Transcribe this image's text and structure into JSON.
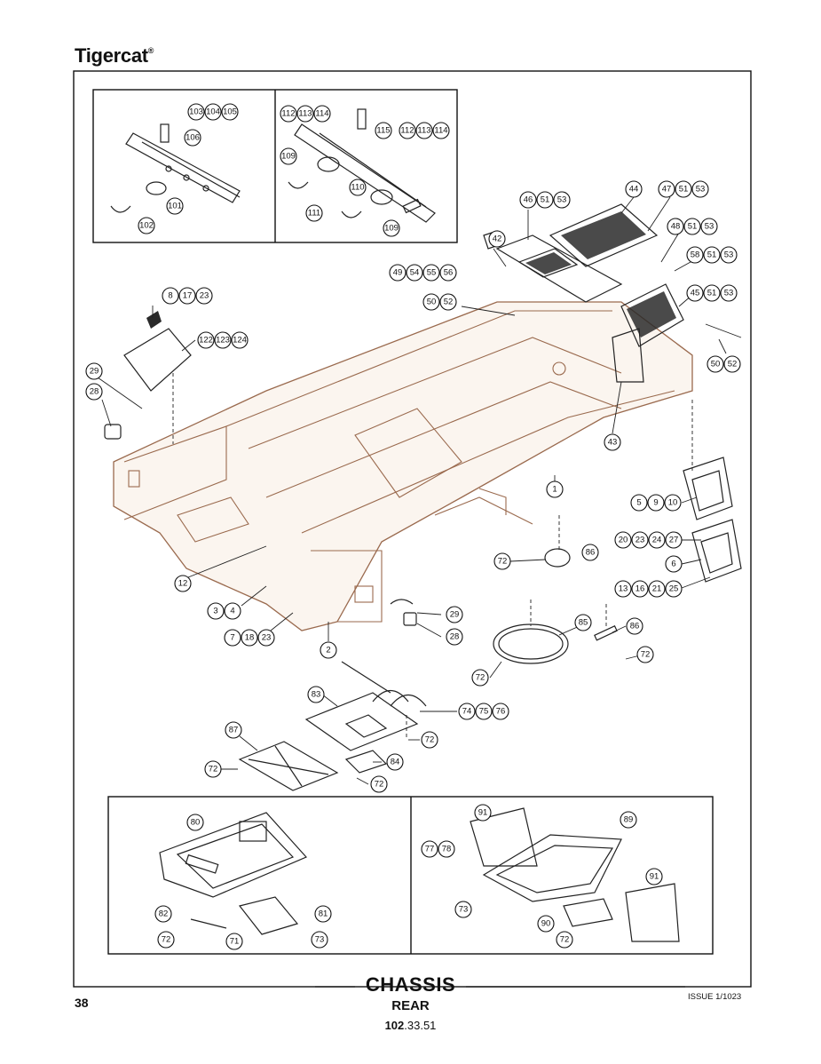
{
  "header": {
    "brand": "Tigercat",
    "brand_mark": "®"
  },
  "footer": {
    "title": "CHASSIS",
    "subtitle": "REAR",
    "code_prefix": "102",
    "code_suffix": ".33.51",
    "page_number": "38",
    "issue": "ISSUE 1/1023"
  },
  "callouts": [
    "1",
    "2",
    "3",
    "4",
    "5",
    "6",
    "7",
    "8",
    "9",
    "10",
    "12",
    "13",
    "16",
    "17",
    "18",
    "20",
    "21",
    "23",
    "24",
    "25",
    "27",
    "28",
    "29",
    "42",
    "43",
    "44",
    "45",
    "46",
    "47",
    "48",
    "49",
    "50",
    "51",
    "52",
    "53",
    "54",
    "55",
    "56",
    "58",
    "71",
    "72",
    "73",
    "74",
    "75",
    "76",
    "77",
    "78",
    "80",
    "81",
    "82",
    "83",
    "84",
    "85",
    "86",
    "87",
    "89",
    "90",
    "91",
    "101",
    "102",
    "103",
    "104",
    "105",
    "106",
    "109",
    "110",
    "111",
    "112",
    "113",
    "114",
    "115",
    "122",
    "123",
    "124"
  ]
}
